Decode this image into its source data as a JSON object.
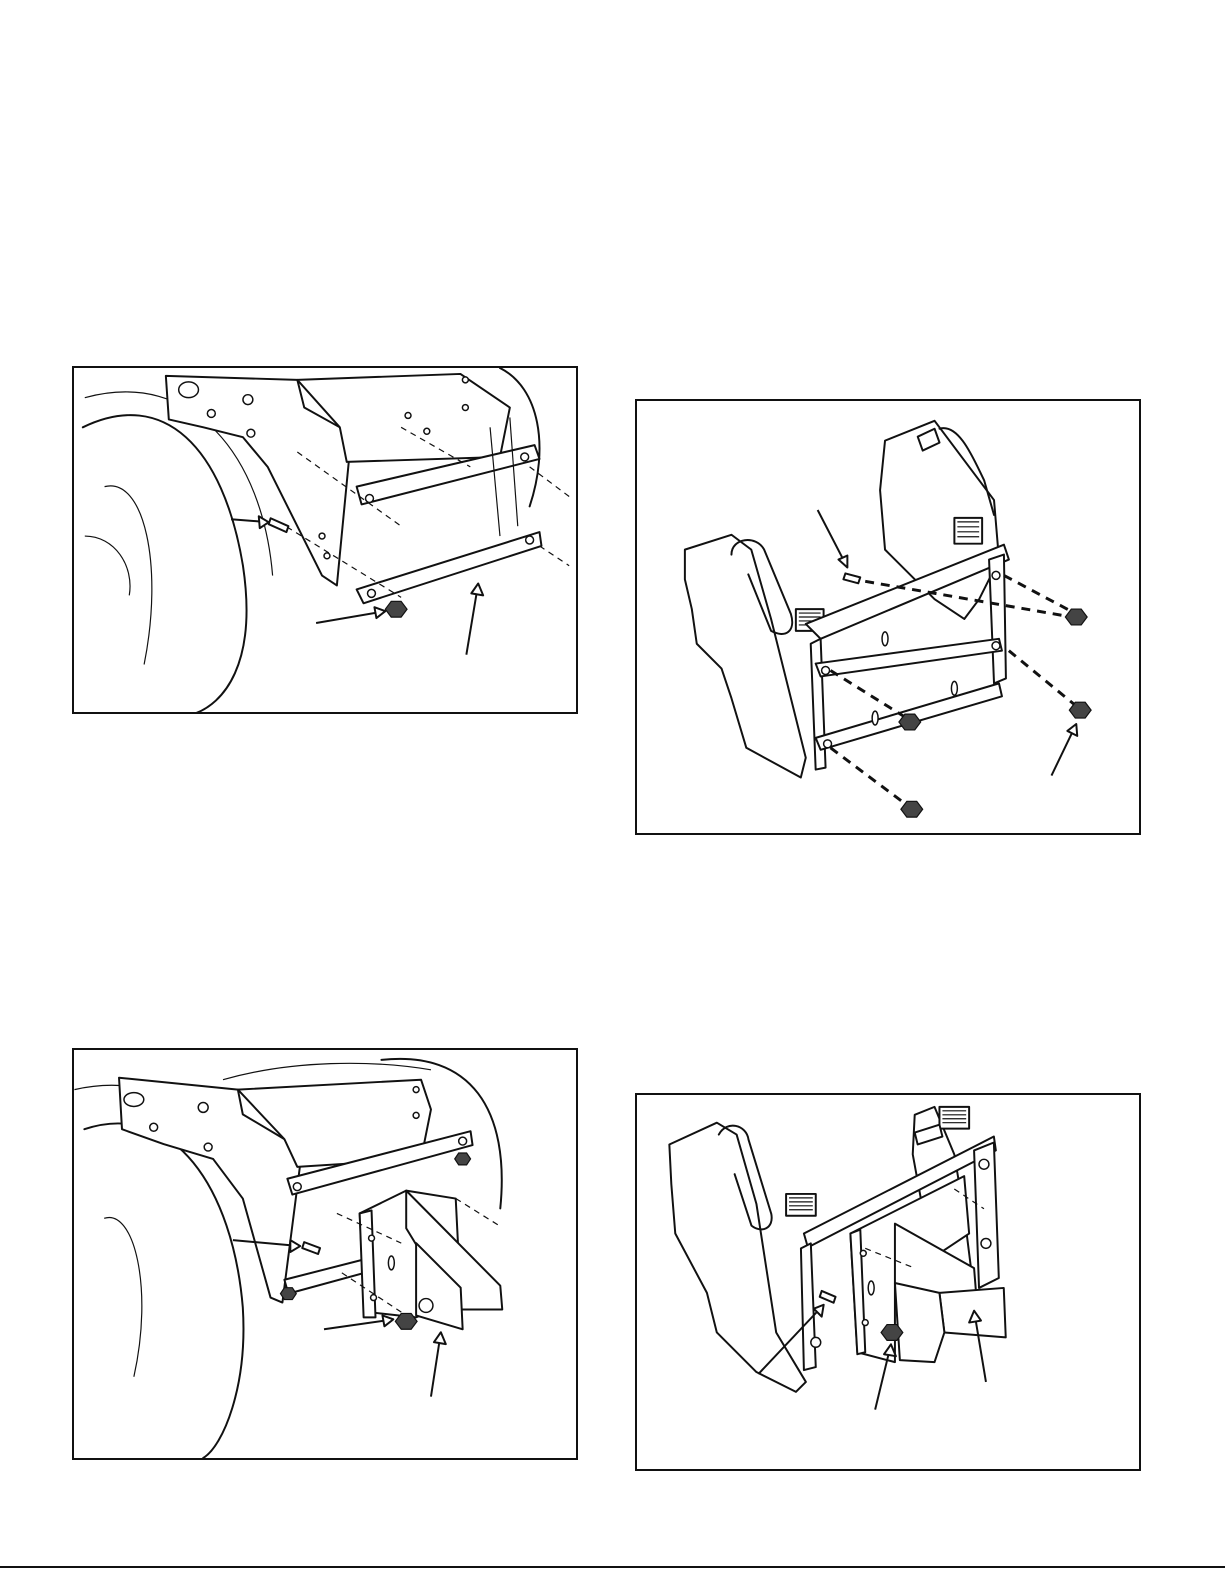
{
  "figures": [
    {
      "id": "fig1",
      "callouts": 3
    },
    {
      "id": "fig2",
      "callouts": 2
    },
    {
      "id": "fig3",
      "callouts": 3
    },
    {
      "id": "fig4",
      "callouts": 3
    }
  ],
  "colors": {
    "line": "#111111",
    "background": "#ffffff"
  }
}
